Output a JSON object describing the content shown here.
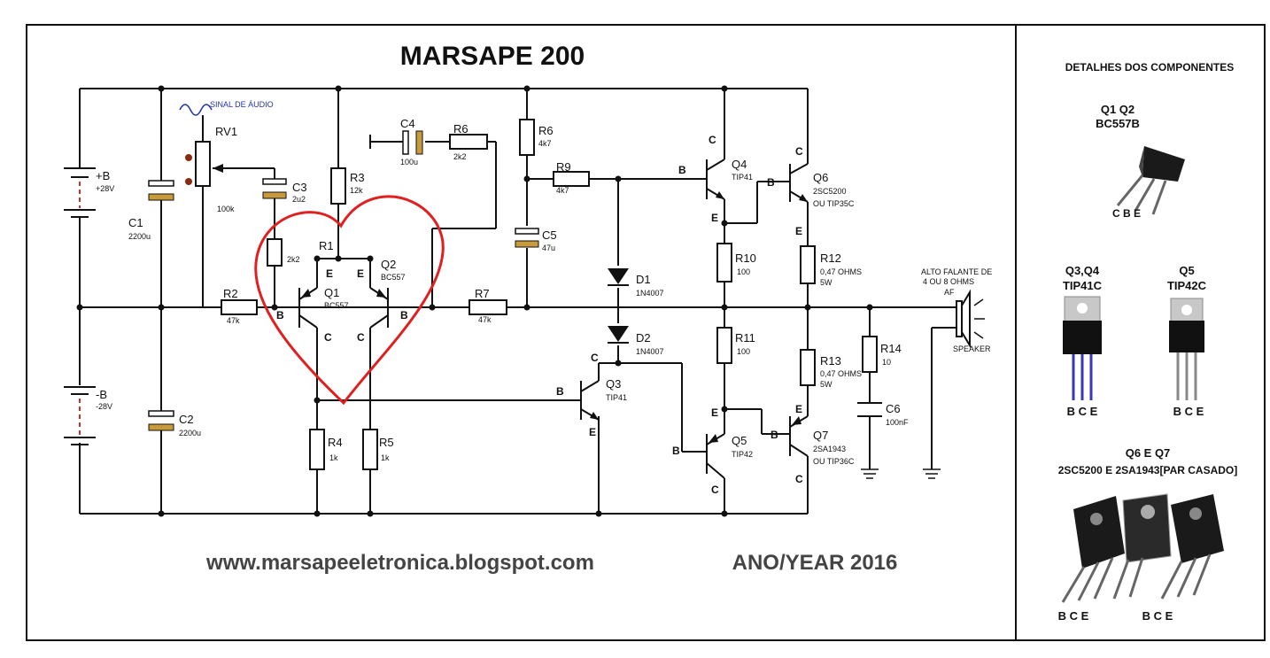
{
  "title": "MARSAPE 200",
  "footer": {
    "website": "www.marsapeeletronica.blogspot.com",
    "year": "ANO/YEAR 2016"
  },
  "sidebar": {
    "heading": "DETALHES DOS COMPONENTES",
    "q1q2_name": "Q1 Q2",
    "q1q2_part": "BC557B",
    "q1q2_pins": "C B E",
    "q3q4_name": "Q3,Q4",
    "q3q4_part": "TIP41C",
    "q3q4_pins": "B C E",
    "q5_name": "Q5",
    "q5_part": "TIP42C",
    "q5_pins": "B C E",
    "q6q7_name": "Q6 E Q7",
    "q6q7_part": "2SC5200 E 2SA1943[PAR CASADO]",
    "q6q7_pins_left": "B C E",
    "q6q7_pins_right": "B C E"
  },
  "labels": {
    "sinal": "SINAL DE ÁUDIO",
    "rv1": "RV1",
    "rv1_val": "100k",
    "vplus": "+B",
    "vplus_val": "+28V",
    "vminus": "-B",
    "vminus_val": "-28V",
    "c1": "C1",
    "c1_val": "2200u",
    "c2": "C2",
    "c2_val": "2200u",
    "c3": "C3",
    "c3_val": "2u2",
    "c4": "C4",
    "c4_val": "100u",
    "r6a": "R6",
    "r6a_val": "2k2",
    "r3": "R3",
    "r3_val": "12k",
    "r6b": "R6",
    "r6b_val": "4k7",
    "r9": "R9",
    "r9_val": "4k7",
    "c5": "C5",
    "c5_val": "47u",
    "r1": "R1",
    "r1_val": "2k2",
    "q1": "Q1",
    "q1_val": "BC557",
    "q2": "Q2",
    "q2_val": "BC557",
    "r2": "R2",
    "r2_val": "47k",
    "r7": "R7",
    "r7_val": "47k",
    "d1": "D1",
    "d1_val": "1N4007",
    "d2": "D2",
    "d2_val": "1N4007",
    "q3": "Q3",
    "q3_val": "TIP41",
    "q4": "Q4",
    "q4_val": "TIP41",
    "q5": "Q5",
    "q5_val": "TIP42",
    "q6": "Q6",
    "q6_val": "2SC5200",
    "q6_alt": "OU TIP35C",
    "q7": "Q7",
    "q7_val": "2SA1943",
    "q7_alt": "OU TIP36C",
    "r10": "R10",
    "r10_val": "100",
    "r11": "R11",
    "r11_val": "100",
    "r12": "R12",
    "r12_val": "0,47 OHMS",
    "r12_w": "5W",
    "r13": "R13",
    "r13_val": "0,47 OHMS",
    "r13_w": "5W",
    "r14": "R14",
    "r14_val": "10",
    "c6": "C6",
    "c6_val": "100nF",
    "r4": "R4",
    "r4_val": "1k",
    "r5": "R5",
    "r5_val": "1k",
    "spk1": "ALTO FALANTE DE",
    "spk2": "4 OU 8 OHMS",
    "spk3": "AF",
    "spk4": "SPEAKER",
    "pin_b": "B",
    "pin_c": "C",
    "pin_e": "E"
  },
  "colors": {
    "heart": "#e02020",
    "sinal": "#2233aa",
    "cap": "#c79a3c"
  }
}
